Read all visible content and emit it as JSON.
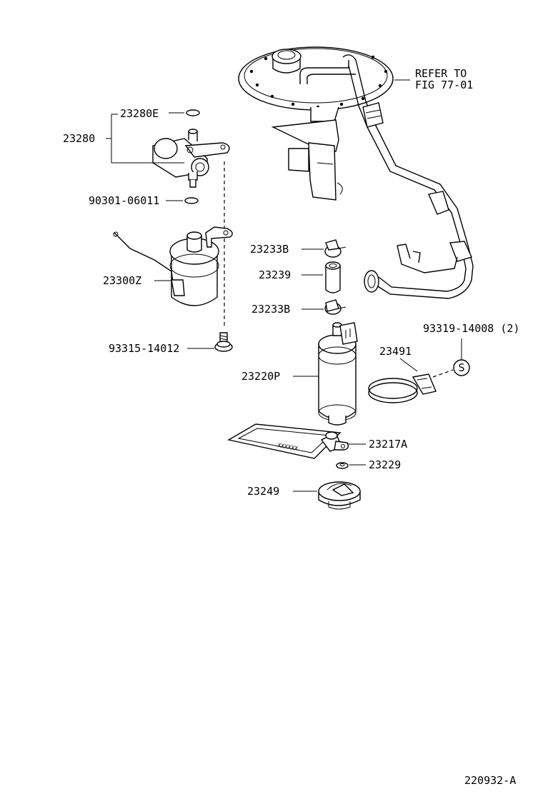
{
  "labels": {
    "p23280E": "23280E",
    "p23280": "23280",
    "p90301": "90301-06011",
    "p23300Z": "23300Z",
    "p93315": "93315-14012",
    "p23233B_top": "23233B",
    "p23239": "23239",
    "p23233B_bottom": "23233B",
    "p93319": "93319-14008 (2)",
    "p23491": "23491",
    "p23220P": "23220P",
    "p23217A": "23217A",
    "p23229": "23229",
    "p23249": "23249",
    "s_symbol": "S",
    "strainer_mark": "XXXXXX"
  },
  "refer": {
    "line1": "REFER TO",
    "line2": "FIG 77-01"
  },
  "figure_code": "220932-A"
}
